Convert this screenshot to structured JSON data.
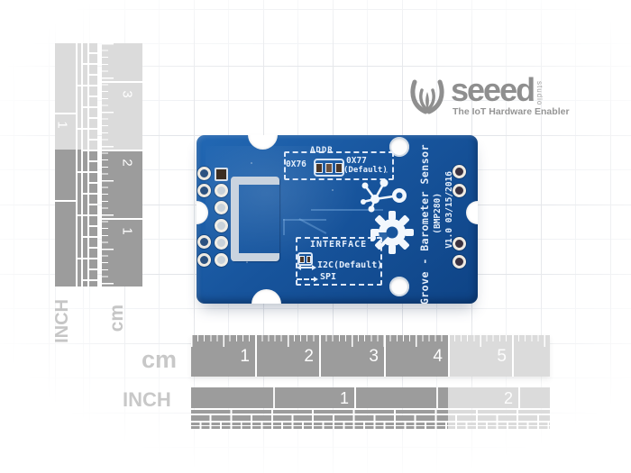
{
  "logo": {
    "brand": "seeed",
    "studio": "studio",
    "tagline": "The IoT Hardware Enabler"
  },
  "board": {
    "addr_section": {
      "title": "ADDR",
      "option_left": "0X76",
      "option_right": "0X77",
      "option_right_note": "(Default)"
    },
    "interface_section": {
      "title": "INTERFACE",
      "option_i2c": "I2C(Default)",
      "option_spi": "SPI"
    },
    "silkscreen_side": {
      "product_name": "Grove - Barometer Sensor",
      "chip": "(BMP280)",
      "version": "V1.0 03/15/2016"
    }
  },
  "rulers": {
    "bottom_cm": {
      "unit_label": "cm",
      "numbers": [
        "1",
        "2",
        "3",
        "4",
        "5"
      ]
    },
    "bottom_inch": {
      "unit_label": "INCH",
      "numbers": [
        "1",
        "2"
      ]
    },
    "left_cm": {
      "unit_label": "cm",
      "numbers": [
        "1",
        "2",
        "3"
      ]
    },
    "left_inch": {
      "unit_label": "INCH",
      "numbers": [
        "1"
      ]
    }
  },
  "colors": {
    "pcb_blue": "#17549C",
    "silkscreen_white": "#E4EEFB",
    "ruler_dark_gray": "#9C9C9C",
    "ruler_light_gray": "#DBDBDB",
    "logo_gray": "#8F8F8F",
    "background": "#FFFFFF"
  }
}
